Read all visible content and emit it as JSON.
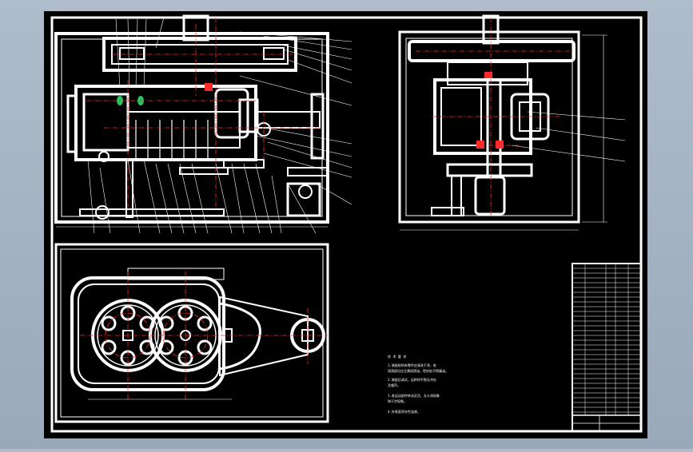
{
  "colors": {
    "background": "#a3b2c3",
    "paper": "#000000",
    "line": "#ffffff",
    "centerline": "#ff2a2a"
  },
  "drawing": {
    "notes_title": "技 术 要 求",
    "notes": [
      "1.装配前所有零件应清洗干净，各",
      "  润滑部位应注满润滑油，密封处不得漏油。",
      "2.装配后调试，运转时平稳无冲击",
      "  及噪声。",
      "3.各运动部件转动灵活，无卡滞现象",
      "  和干涉现象。",
      "4.外表面涂灰色油漆。"
    ],
    "views": [
      "front-view",
      "side-view",
      "top-view"
    ]
  }
}
